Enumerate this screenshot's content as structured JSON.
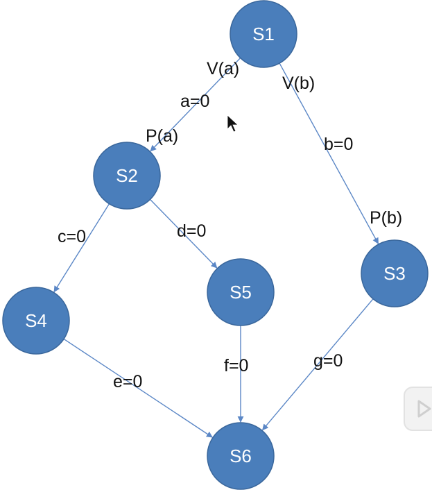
{
  "diagram": {
    "nodes": [
      {
        "id": "s1",
        "label": "S1"
      },
      {
        "id": "s2",
        "label": "S2"
      },
      {
        "id": "s3",
        "label": "S3"
      },
      {
        "id": "s4",
        "label": "S4"
      },
      {
        "id": "s5",
        "label": "S5"
      },
      {
        "id": "s6",
        "label": "S6"
      }
    ],
    "edges": [
      {
        "from": "s1",
        "to": "s2"
      },
      {
        "from": "s1",
        "to": "s3"
      },
      {
        "from": "s2",
        "to": "s4"
      },
      {
        "from": "s2",
        "to": "s5"
      },
      {
        "from": "s4",
        "to": "s6"
      },
      {
        "from": "s5",
        "to": "s6"
      },
      {
        "from": "s3",
        "to": "s6"
      }
    ],
    "labels": {
      "v_a": "V(a)",
      "v_b": "V(b)",
      "a_eq": "a=0",
      "p_a": "P(a)",
      "b_eq": "b=0",
      "p_b": "P(b)",
      "c_eq": "c=0",
      "d_eq": "d=0",
      "e_eq": "e=0",
      "f_eq": "f=0",
      "g_eq": "g=0"
    },
    "colors": {
      "node_fill": "#4a7ebb",
      "edge": "#5b87c6",
      "text": "#111111"
    }
  }
}
